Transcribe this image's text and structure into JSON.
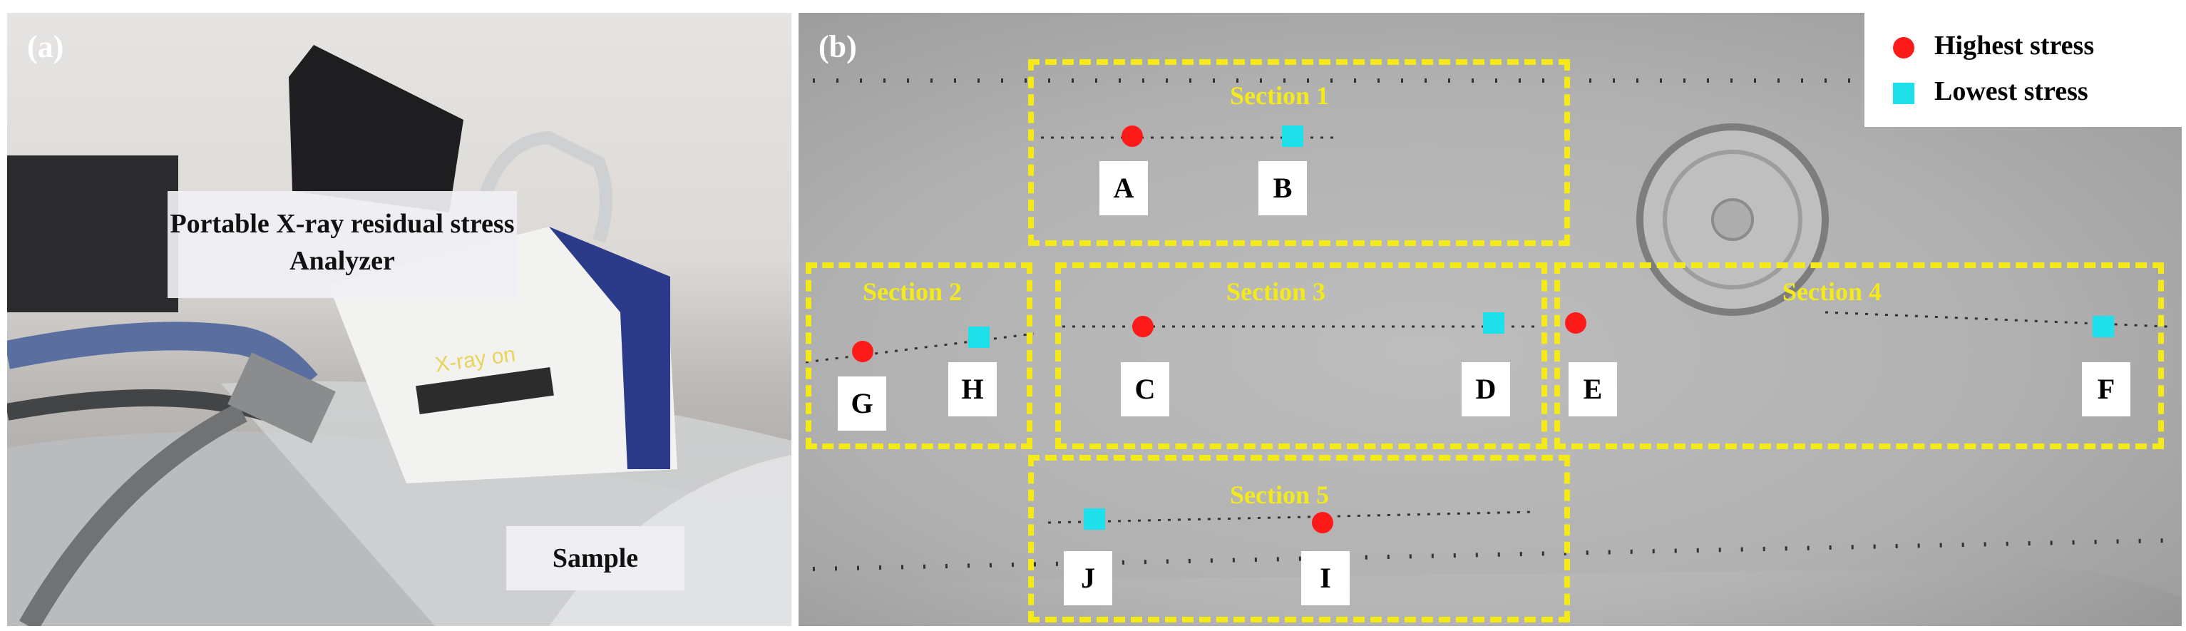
{
  "panel_a": {
    "tag": "(a)",
    "analyzer_label": "Portable X-ray residual stress Analyzer",
    "sample_label": "Sample",
    "device_text": "X-ray on"
  },
  "panel_b": {
    "tag": "(b)",
    "legend": {
      "highest": "Highest stress",
      "lowest": "Lowest stress"
    },
    "colors": {
      "highest": "#ff1a1a",
      "lowest": "#1ee0ea",
      "section_box": "#f4ea1a"
    },
    "sections": [
      {
        "name": "Section 1"
      },
      {
        "name": "Section 2"
      },
      {
        "name": "Section 3"
      },
      {
        "name": "Section 4"
      },
      {
        "name": "Section 5"
      }
    ],
    "points": [
      "A",
      "B",
      "C",
      "D",
      "E",
      "F",
      "G",
      "H",
      "I",
      "J"
    ]
  }
}
